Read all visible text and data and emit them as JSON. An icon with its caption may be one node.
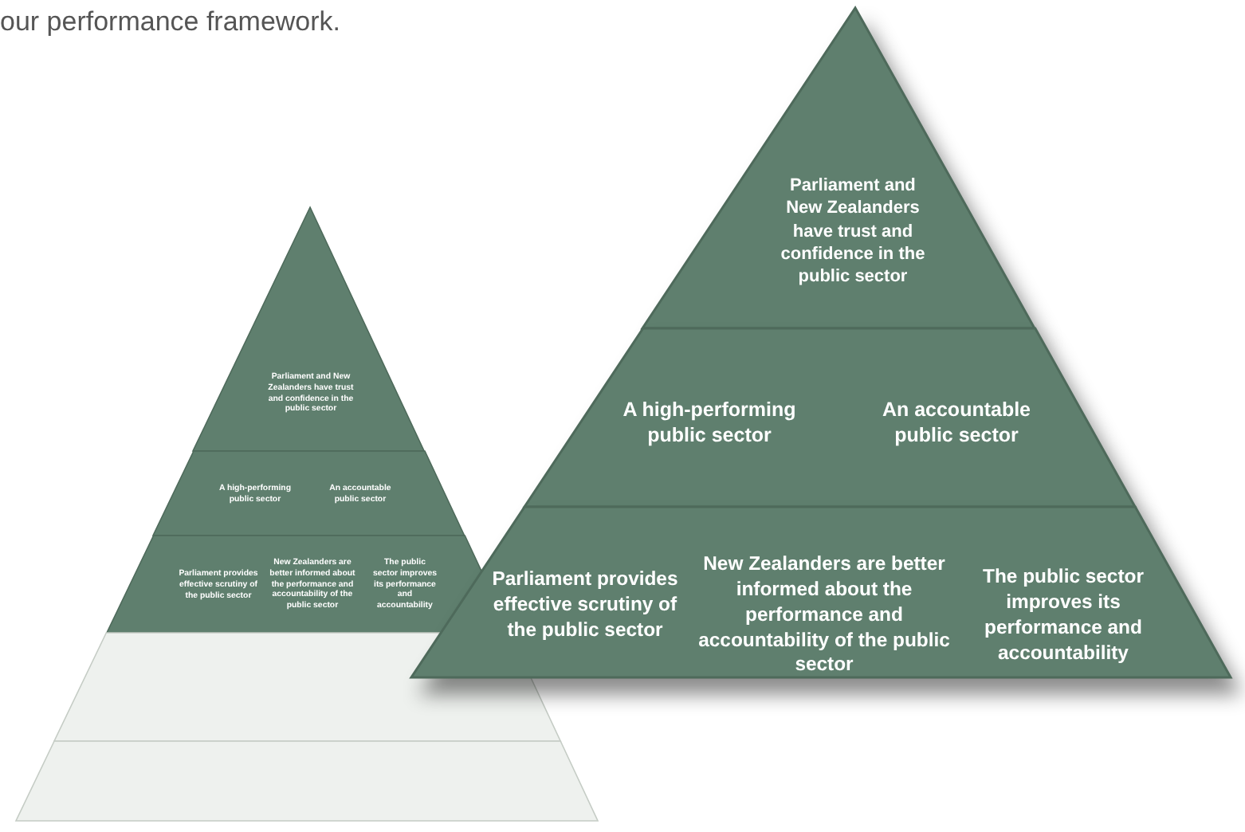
{
  "diagram": {
    "nodes": [
      {
        "text": [
          "Parliament and New Zealanders have trust and confidence in the public sector"
        ]
      },
      {
        "text": [
          "A high-performing public sector",
          "An accountable public sector"
        ]
      },
      {
        "text": [
          "Parliament provides effective scrutiny of the public sector",
          "New Zealanders are better informed about the performance and accountability of the public sector",
          "The public sector improves its performance and accountability"
        ]
      },
      {
        "text": [],
        "shape": "band"
      },
      {
        "text": [],
        "shape": "band"
      },
      {
        "text": [
          "Parliament and New Zealanders have trust and confidence in the public sector"
        ]
      },
      {
        "text": [
          "A high-performing public sector",
          "An accountable public sector"
        ]
      },
      {
        "text": [
          "Parliament provides effective scrutiny of the public sector",
          "New Zealanders are better informed about the performance and accountability of the public sector",
          "The public sector improves its performance and accountability"
        ]
      }
    ],
    "labels": [
      "our performance framework."
    ]
  }
}
